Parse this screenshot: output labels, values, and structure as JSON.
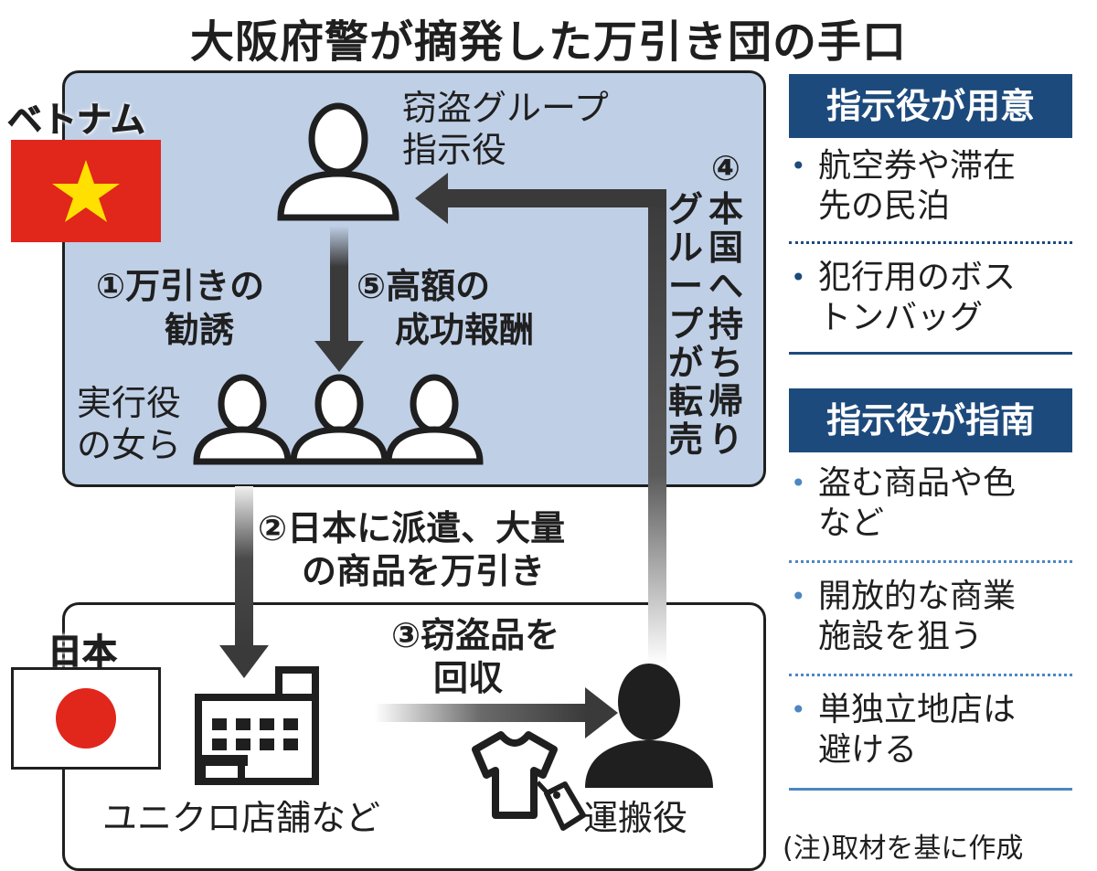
{
  "title": "大阪府警が摘発した万引き団の手口",
  "vietnam": {
    "label": "ベトナム",
    "flag": {
      "red": "#e1261c",
      "star": "#ffe000"
    },
    "leader_label": [
      "窃盗グループ",
      "指示役"
    ],
    "step1": [
      "①万引きの",
      "勧誘"
    ],
    "step5": [
      "⑤高額の",
      "成功報酬"
    ],
    "executors_label": [
      "実行役",
      "の女ら"
    ],
    "step4": [
      "④",
      "本国へ持ち帰り",
      "グループが転売"
    ]
  },
  "step2": [
    "②日本に派遣、大量",
    "の商品を万引き"
  ],
  "japan": {
    "label": "日本",
    "flag": {
      "red": "#e1261c"
    },
    "step3": [
      "③窃盗品を",
      "回収"
    ],
    "store_label": "ユニクロ店舗など",
    "carrier_label": "運搬役"
  },
  "sidebar": {
    "prepared_header": "指示役が用意",
    "prepared_items": [
      [
        "航空券や滞在",
        "先の民泊"
      ],
      [
        "犯行用のボス",
        "トンバッグ"
      ]
    ],
    "guide_header": "指示役が指南",
    "guide_items": [
      [
        "盗む商品や色",
        "など"
      ],
      [
        "開放的な商業",
        "施設を狙う"
      ],
      [
        "単独立地店は",
        "避ける"
      ]
    ],
    "bullet": "•"
  },
  "note": "(注)取材を基に作成",
  "colors": {
    "navy": "#1d4a7c",
    "light_blue": "#4d86c3",
    "vietnam_box": "#bfcfe6"
  }
}
